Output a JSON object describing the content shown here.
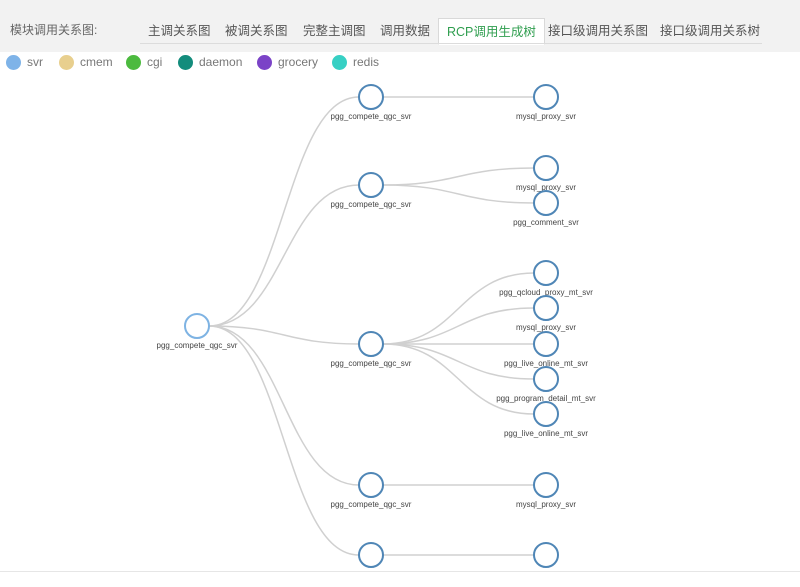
{
  "header": {
    "module_label": "模块调用关系图:",
    "tabs": [
      {
        "label": "主调关系图",
        "active": false
      },
      {
        "label": "被调关系图",
        "active": false
      },
      {
        "label": "完整主调图",
        "active": false
      },
      {
        "label": "调用数据",
        "active": false
      },
      {
        "label": "RCP调用生成树",
        "active": true
      },
      {
        "label": "接口级调用关系图",
        "active": false
      },
      {
        "label": "接口级调用关系树",
        "active": false
      }
    ],
    "active_color": "#2f9e4f"
  },
  "legend": [
    {
      "label": "svr",
      "color": "#7eb3e8"
    },
    {
      "label": "cmem",
      "color": "#e8cf8e"
    },
    {
      "label": "cgi",
      "color": "#4cba3f"
    },
    {
      "label": "daemon",
      "color": "#138c7c"
    },
    {
      "label": "grocery",
      "color": "#7b43c7"
    },
    {
      "label": "redis",
      "color": "#37d0c4"
    }
  ],
  "tree": {
    "root": {
      "label": "pgg_compete_qgc_svr"
    },
    "children": [
      {
        "label": "pgg_compete_qgc_svr",
        "children": [
          "mysql_proxy_svr"
        ]
      },
      {
        "label": "pgg_compete_qgc_svr",
        "children": [
          "mysql_proxy_svr",
          "pgg_comment_svr"
        ]
      },
      {
        "label": "pgg_compete_qgc_svr",
        "children": [
          "pgg_qcloud_proxy_mt_svr",
          "mysql_proxy_svr",
          "pgg_live_online_mt_svr",
          "pgg_program_detail_mt_svr",
          "pgg_live_online_mt_svr"
        ]
      },
      {
        "label": "pgg_compete_qgc_svr",
        "children": [
          "mysql_proxy_svr"
        ]
      },
      {
        "label": "",
        "children": [
          ""
        ]
      }
    ]
  }
}
